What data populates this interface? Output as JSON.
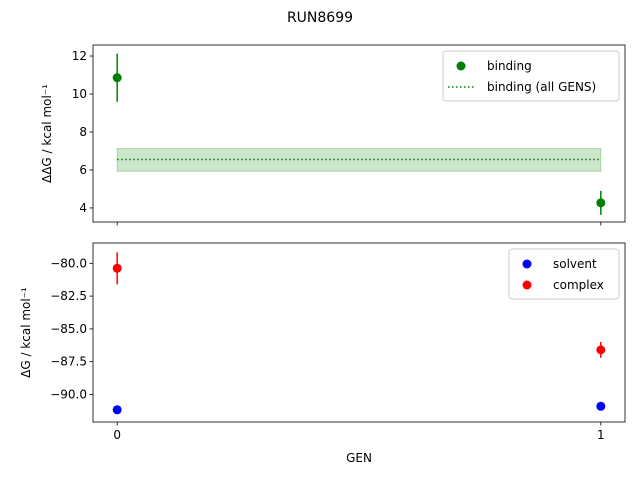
{
  "chart_data": {
    "title": "RUN8699",
    "xlabel": "GEN",
    "x_ticks": [
      0,
      1
    ],
    "xlim": [
      -0.05,
      1.05
    ],
    "panels": [
      {
        "type": "scatter",
        "ylabel": "ΔΔG / kcal mol⁻¹",
        "ylim": [
          3.26,
          12.58
        ],
        "y_ticks": [
          4,
          6,
          8,
          10,
          12
        ],
        "x_tick_labels_shown": false,
        "legend": "top-right",
        "series": [
          {
            "name": "binding",
            "color": "#008000",
            "x": [
              0,
              1
            ],
            "y": [
              10.86,
              4.27
            ],
            "yerr": [
              1.27,
              0.63
            ]
          }
        ],
        "band": {
          "name": "binding (all GENS)",
          "color": "#008000",
          "x": [
            0,
            1
          ],
          "y": 6.55,
          "low": 5.93,
          "high": 7.13,
          "linestyle": "dotted"
        }
      },
      {
        "type": "scatter",
        "ylabel": "ΔG / kcal mol⁻¹",
        "ylim": [
          -92.1,
          -78.45
        ],
        "y_ticks": [
          -80.0,
          -82.5,
          -85.0,
          -87.5,
          -90.0
        ],
        "legend": "top-right",
        "series": [
          {
            "name": "solvent",
            "color": "#0000ff",
            "x": [
              0,
              1
            ],
            "y": [
              -91.17,
              -90.9
            ],
            "yerr": [
              0,
              0
            ]
          },
          {
            "name": "complex",
            "color": "#ff0000",
            "x": [
              0,
              1
            ],
            "y": [
              -80.38,
              -86.6
            ],
            "yerr": [
              1.22,
              0.6
            ]
          }
        ]
      }
    ]
  }
}
